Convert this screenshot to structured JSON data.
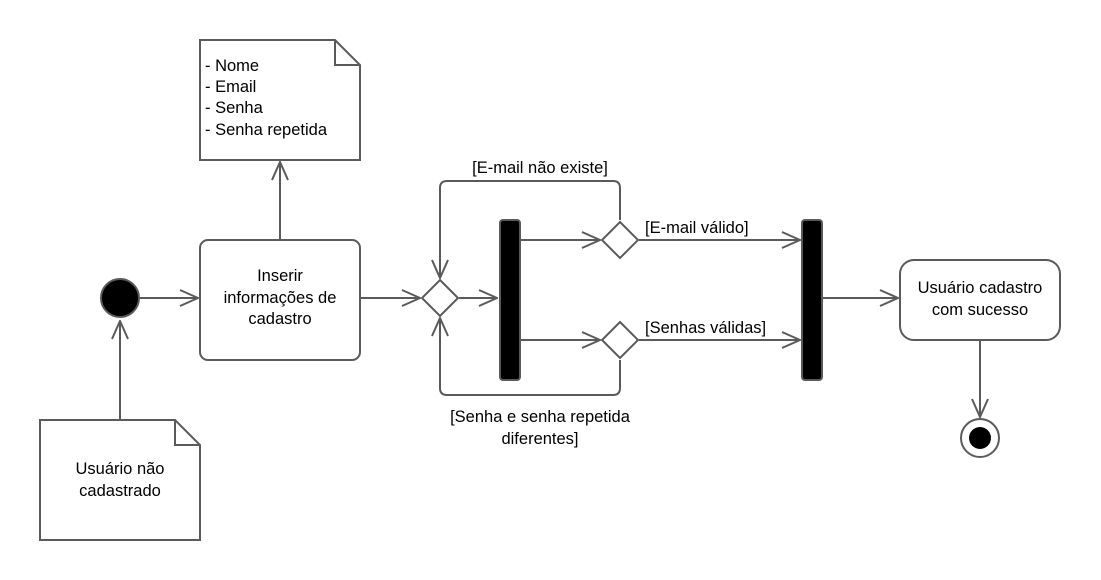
{
  "colors": {
    "stroke": "#5a5a5a",
    "fill": "#ffffff",
    "bar": "#000000",
    "text": "#000000"
  },
  "notes": {
    "fields_lines": [
      "- Nome",
      "- Email",
      "- Senha",
      "- Senha repetida"
    ],
    "unregistered_lines": [
      "Usuário não",
      "cadastrado"
    ]
  },
  "activities": {
    "insert_lines": [
      "Inserir",
      "informações de",
      "cadastro"
    ],
    "success_lines": [
      "Usuário cadastro",
      "com sucesso"
    ]
  },
  "guards": {
    "email_not_exists": "[E-mail não existe]",
    "email_valid": "[E-mail válido]",
    "passwords_valid": "[Senhas válidas]",
    "passwords_different_lines": [
      "[Senha e senha repetida",
      "diferentes]"
    ]
  }
}
